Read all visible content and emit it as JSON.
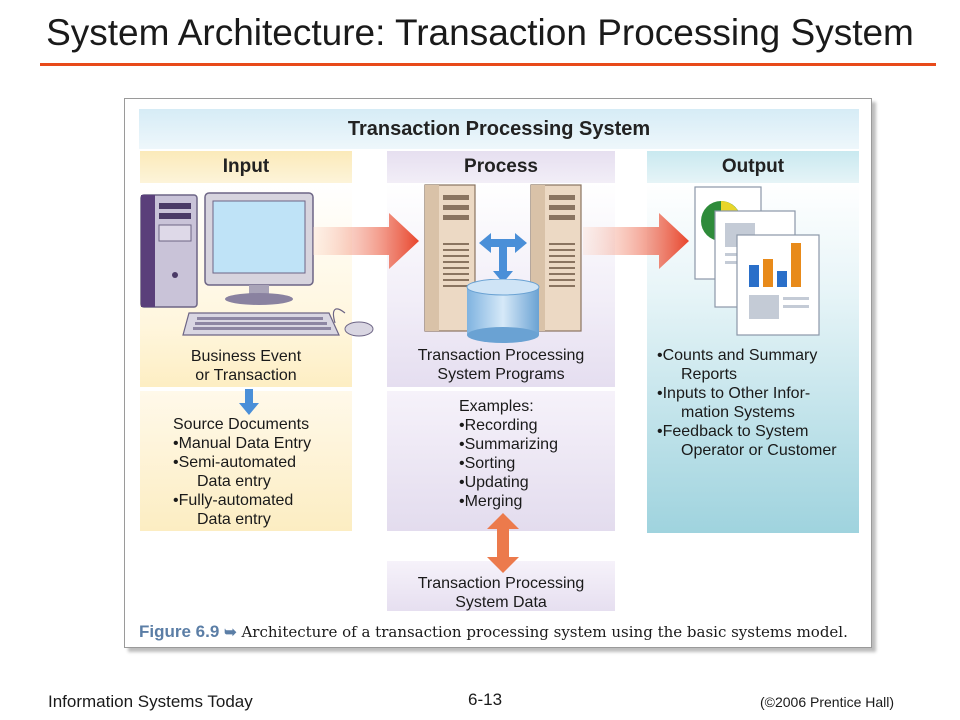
{
  "slide": {
    "title": "System Architecture: Transaction Processing System",
    "footer_left": "Information Systems Today",
    "footer_page": "6-13",
    "footer_right": "(©2006 Prentice Hall)"
  },
  "figure": {
    "banner": "Transaction Processing System",
    "input": {
      "heading": "Input",
      "event_lines": [
        "Business Event",
        "or Transaction"
      ],
      "source_lines": [
        "Source Documents",
        "•Manual Data Entry",
        "•Semi-automated",
        "Data entry",
        "•Fully-automated",
        "Data entry"
      ]
    },
    "process": {
      "heading": "Process",
      "program_lines": [
        "Transaction Processing",
        "System Programs"
      ],
      "examples_lines": [
        "Examples:",
        "•Recording",
        "•Summarizing",
        "•Sorting",
        "•Updating",
        "•Merging"
      ],
      "data_lines": [
        "Transaction Processing",
        "System Data"
      ]
    },
    "output": {
      "heading": "Output",
      "lines": [
        "•Counts and Summary",
        "Reports",
        "•Inputs to Other Infor-",
        "mation Systems",
        "•Feedback to System",
        "Operator or Customer"
      ]
    },
    "caption": {
      "label": "Figure 6.9",
      "arrow": "➥",
      "text": "Architecture of a transaction processing system using the basic systems model."
    },
    "colors": {
      "accent_rule": "#e84a1a",
      "flow_arrow": "#e8452c",
      "bidirectional_arrow": "#4a8fd8",
      "caption_label": "#5b7ea6"
    }
  }
}
